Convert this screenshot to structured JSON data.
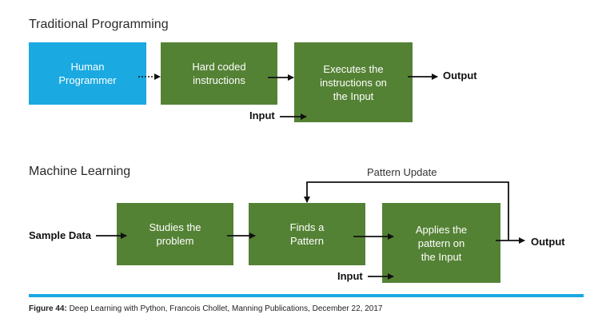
{
  "traditional": {
    "title": "Traditional Programming",
    "human_programmer": "Human\nProgrammer",
    "hard_coded": "Hard coded\ninstructions",
    "executes": "Executes the\ninstructions on\nthe Input",
    "input_label": "Input",
    "output_label": "Output"
  },
  "ml": {
    "title": "Machine Learning",
    "sample_data": "Sample Data",
    "studies": "Studies the\nproblem",
    "finds": "Finds a\nPattern",
    "applies": "Applies the\npattern on\nthe Input",
    "pattern_update": "Pattern Update",
    "input_label": "Input",
    "output_label": "Output"
  },
  "caption": {
    "label": "Figure 44:",
    "text": " Deep Learning with Python, Francois Chollet, Manning Publications, December 22, 2017"
  },
  "colors": {
    "blue": "#1aa9e1",
    "green": "#548235",
    "rule": "#1aa9e1"
  }
}
